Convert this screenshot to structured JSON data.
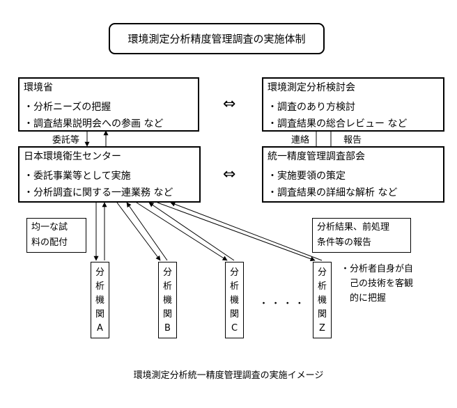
{
  "title": "環境測定分析精度管理調査の実施体制",
  "caption": "環境測定分析統一精度管理調査の実施イメージ",
  "boxes": {
    "ministry": {
      "name": "環境省",
      "line1": "・分析ニーズの把握",
      "line2": "・調査結果説明会への参画 など"
    },
    "committee": {
      "name": "環境測定分析検討会",
      "line1": "・調査のあり方検討",
      "line2": "・調査結果の総合レビュー など"
    },
    "center": {
      "name": "日本環境衛生センター",
      "line1": "・委託事業等として実施",
      "line2": "・分析調査に関する一連業務 など"
    },
    "subcommittee": {
      "name": "統一精度管理調査部会",
      "line1": "・実施要領の策定",
      "line2": "・調査結果の詳細な解析 など"
    }
  },
  "arrows": {
    "double_arrow": "⇔",
    "entrust": "委託等",
    "contact": "連絡",
    "report": "報告"
  },
  "notes": {
    "sample_line1": "均一な試",
    "sample_line2": "料の配付",
    "results_line1": "分析結果、前処理",
    "results_line2": "条件等の報告"
  },
  "labs": [
    [
      "分",
      "析",
      "機",
      "関",
      "A"
    ],
    [
      "分",
      "析",
      "機",
      "関",
      "B"
    ],
    [
      "分",
      "析",
      "機",
      "関",
      "C"
    ],
    [
      "分",
      "析",
      "機",
      "関",
      "Z"
    ]
  ],
  "ellipsis": "・ ・ ・ ・",
  "analyst_note": {
    "line1": "・分析者自身が自",
    "line2": "己の技術を客観",
    "line3": "的に把握"
  }
}
